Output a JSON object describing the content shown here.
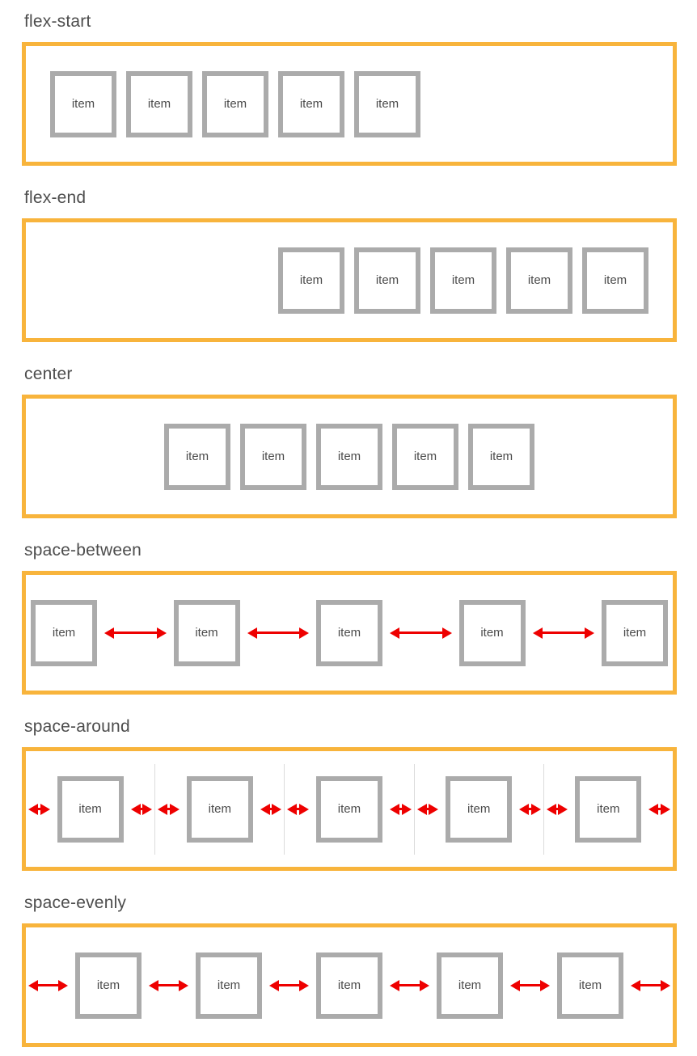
{
  "item_label": "item",
  "colors": {
    "container_border": "#f8b43c",
    "item_border": "#ababab",
    "arrow_red": "#ee0000",
    "label_text": "#4d4d4d",
    "divider": "#dcdcdc"
  },
  "sections": [
    {
      "label": "flex-start",
      "justify_content": "flex-start",
      "item_count": 5,
      "arrows": "none"
    },
    {
      "label": "flex-end",
      "justify_content": "flex-end",
      "item_count": 5,
      "arrows": "none"
    },
    {
      "label": "center",
      "justify_content": "center",
      "item_count": 5,
      "arrows": "none"
    },
    {
      "label": "space-between",
      "justify_content": "space-between",
      "item_count": 5,
      "arrows": "between-items"
    },
    {
      "label": "space-around",
      "justify_content": "space-around",
      "item_count": 5,
      "arrows": "both-sides-of-each-item",
      "dividers": true
    },
    {
      "label": "space-evenly",
      "justify_content": "space-evenly",
      "item_count": 5,
      "arrows": "all-gaps"
    }
  ]
}
